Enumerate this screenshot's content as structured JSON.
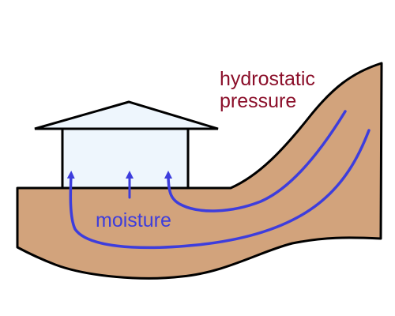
{
  "labels": {
    "pressure_line1": "hydrostatic",
    "pressure_line2": "pressure",
    "moisture": "moisture"
  },
  "colors": {
    "soil": "#d2a37c",
    "outline": "#000000",
    "house_fill": "#eef6fd",
    "arrow": "#3d3ddd",
    "pressure_label": "#8b0f2a",
    "moisture_label": "#3d3ddd",
    "background": "#ffffff"
  },
  "icons": {
    "house": "house-icon",
    "arrow": "up-arrow-icon"
  }
}
